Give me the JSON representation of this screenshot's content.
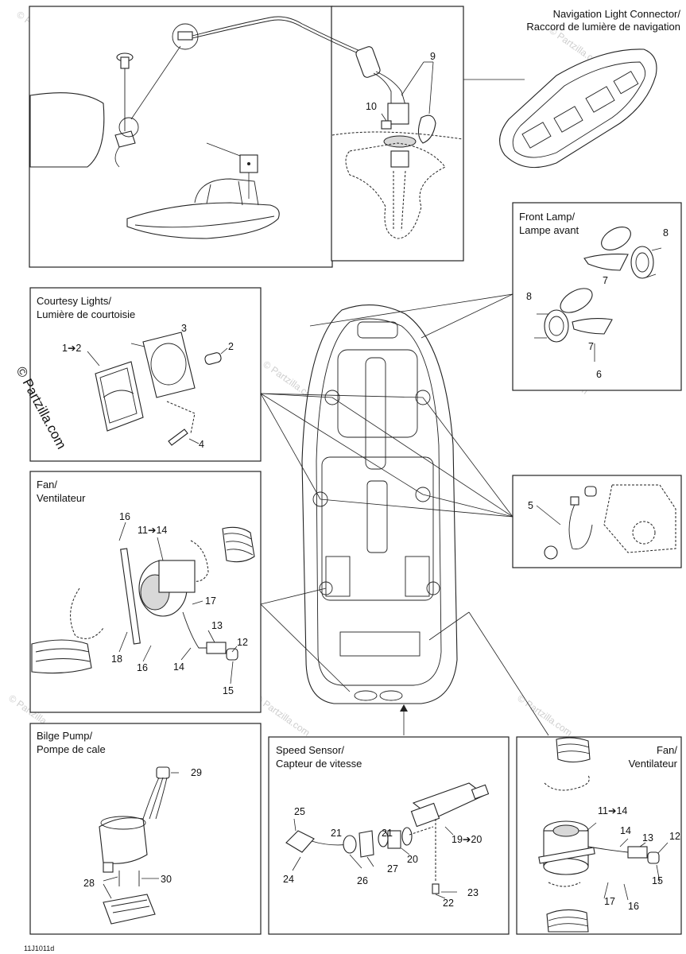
{
  "panels": {
    "nav_light": {
      "title_en": "Navigation Light Connector/",
      "title_fr": "Raccord de lumière de navigation"
    },
    "front_lamp": {
      "title_en": "Front Lamp/",
      "title_fr": "Lampe avant"
    },
    "courtesy": {
      "title_en": "Courtesy Lights/",
      "title_fr": "Lumière de courtoisie"
    },
    "fan_left": {
      "title_en": "Fan/",
      "title_fr": "Ventilateur"
    },
    "bilge": {
      "title_en": "Bilge Pump/",
      "title_fr": "Pompe de cale"
    },
    "speed": {
      "title_en": "Speed Sensor/",
      "title_fr": "Capteur de vitesse"
    },
    "fan_right": {
      "title_en": "Fan/",
      "title_fr": "Ventilateur"
    }
  },
  "callouts": {
    "nav": [
      "9",
      "10"
    ],
    "front_lamp": [
      "8",
      "7",
      "8",
      "7",
      "6"
    ],
    "courtesy": [
      "3",
      "1➔2",
      "2",
      "4"
    ],
    "fan_left": [
      "16",
      "11➔14",
      "17",
      "13",
      "12",
      "18",
      "16",
      "14",
      "15"
    ],
    "connector": [
      "5"
    ],
    "bilge": [
      "29",
      "28",
      "30"
    ],
    "speed": [
      "25",
      "21",
      "21",
      "20",
      "19➔20",
      "24",
      "26",
      "27",
      "23",
      "22"
    ],
    "fan_right": [
      "11➔14",
      "14",
      "13",
      "12",
      "17",
      "16",
      "15"
    ]
  },
  "watermark": {
    "brand": "© Partzilla.com",
    "repeat": "© Partzilla.com"
  },
  "figure_code": "11J1011d"
}
